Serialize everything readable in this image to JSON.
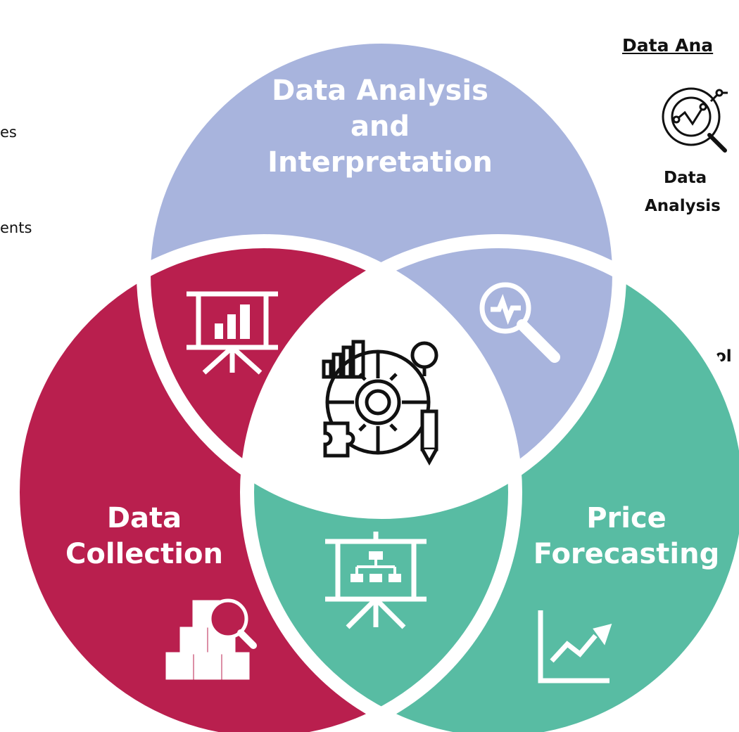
{
  "left_partial": {
    "line1": "es",
    "line2": "ents"
  },
  "right_panel": {
    "heading": "Data Ana",
    "icon_label_line1": "Data",
    "icon_label_line2": "Analysis",
    "partial_text": "ol"
  },
  "circles": {
    "top": {
      "title_line1": "Data Analysis",
      "title_line2": "and",
      "title_line3": "Interpretation",
      "color": "#A8B4DD"
    },
    "left": {
      "title_line1": "Data",
      "title_line2": "Collection",
      "color": "#B91F4E"
    },
    "right": {
      "title_line1": "Price",
      "title_line2": "Forecasting",
      "color": "#58BCA3"
    }
  },
  "center": {
    "icon": "gear-analytics-icon"
  },
  "icons": {
    "top_left_overlap": "presentation-bar-chart-icon",
    "top_right_overlap": "magnifier-pulse-icon",
    "bottom_overlap": "presentation-org-chart-icon",
    "left_circle": "boxes-search-icon",
    "right_circle": "rising-line-chart-icon",
    "right_panel": "data-analysis-magnifier-icon"
  }
}
